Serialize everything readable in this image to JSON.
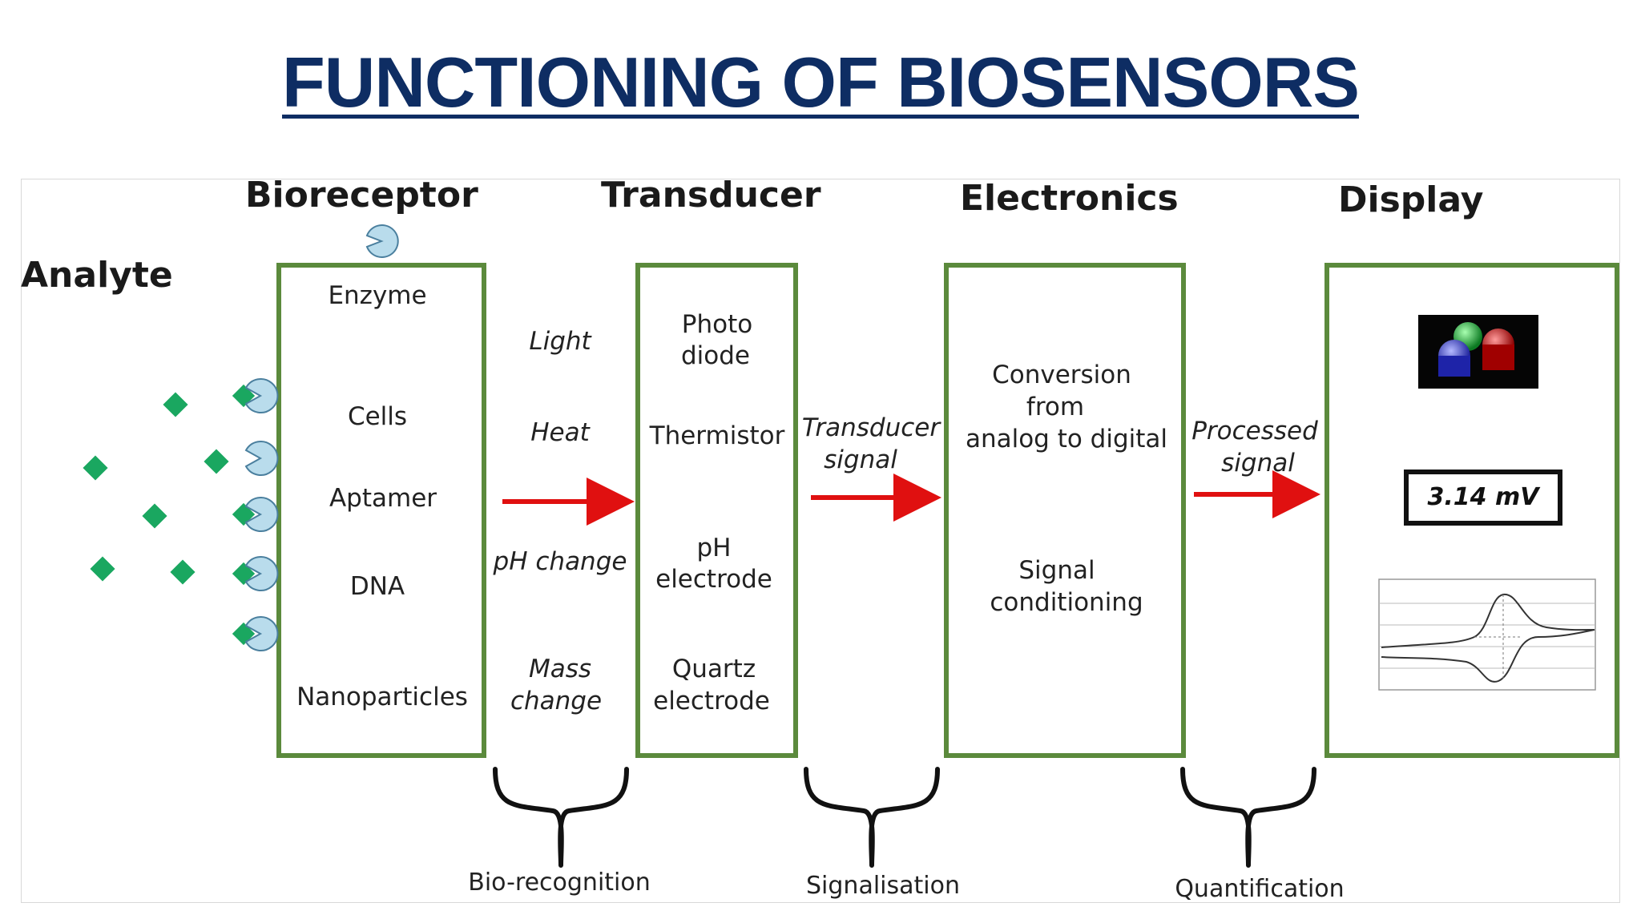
{
  "title": "FUNCTIONING OF BIOSENSORS",
  "headers": {
    "analyte": "Analyte",
    "bioreceptor": "Bioreceptor",
    "transducer": "Transducer",
    "electronics": "Electronics",
    "display": "Display"
  },
  "bioreceptor_items": [
    "Enzyme",
    "Cells",
    "Aptamer",
    "DNA",
    "Nanoparticles"
  ],
  "bio_signals": [
    "Light",
    "Heat",
    "pH change",
    "Mass",
    "change"
  ],
  "transducer_items": [
    "Photo",
    "diode",
    "Thermistor",
    "pH",
    "electrode",
    "Quartz",
    "electrode"
  ],
  "signal_labels": {
    "transducer_1": "Transducer",
    "transducer_2": "signal",
    "processed_1": "Processed",
    "processed_2": "signal"
  },
  "electronics_items": [
    "Conversion",
    "from",
    "analog to digital",
    "Signal",
    "conditioning"
  ],
  "display_value": "3.14 mV",
  "stages": [
    "Bio-recognition",
    "Signalisation",
    "Quantification"
  ],
  "colors": {
    "title": "#0e2d63",
    "box_border": "#5b8a3c",
    "arrow": "#e01010",
    "analyte": "#1aa760",
    "receptor": "#b9dcec"
  }
}
